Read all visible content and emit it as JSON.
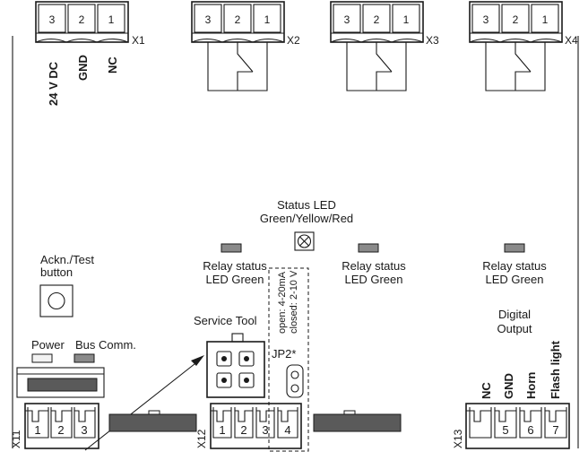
{
  "top_terminals": [
    {
      "id": "X1",
      "pins": [
        "3",
        "2",
        "1"
      ],
      "labels": [
        "24 V DC",
        "GND",
        "NC"
      ]
    },
    {
      "id": "X2",
      "pins": [
        "3",
        "2",
        "1"
      ]
    },
    {
      "id": "X3",
      "pins": [
        "3",
        "2",
        "1"
      ]
    },
    {
      "id": "X4",
      "pins": [
        "3",
        "2",
        "1"
      ]
    }
  ],
  "status_led": {
    "line1": "Status LED",
    "line2": "Green/Yellow/Red"
  },
  "ackn_button": {
    "line1": "Ackn./Test",
    "line2": "button"
  },
  "relay_status": [
    {
      "line1": "Relay status",
      "line2": "LED Green"
    },
    {
      "line1": "Relay status",
      "line2": "LED Green"
    },
    {
      "line1": "Relay status",
      "line2": "LED Green"
    }
  ],
  "jumper": {
    "label": "JP2*",
    "open_text": "open: 4-20mA",
    "closed_text": "closed: 2-10 V"
  },
  "service_tool": {
    "label": "Service Tool"
  },
  "leds": {
    "power": "Power",
    "bus": "Bus Comm."
  },
  "digital_output": {
    "line1": "Digital",
    "line2": "Output"
  },
  "bottom_terminals": [
    {
      "id": "X11",
      "pins": [
        "1",
        "2",
        "3"
      ]
    },
    {
      "id": "X12",
      "pins": [
        "1",
        "2",
        "3",
        "4"
      ]
    },
    {
      "id": "X13",
      "pins": [
        "",
        "5",
        "6",
        "7"
      ],
      "labels": [
        "NC",
        "GND",
        "Horn",
        "Flash light"
      ]
    }
  ]
}
